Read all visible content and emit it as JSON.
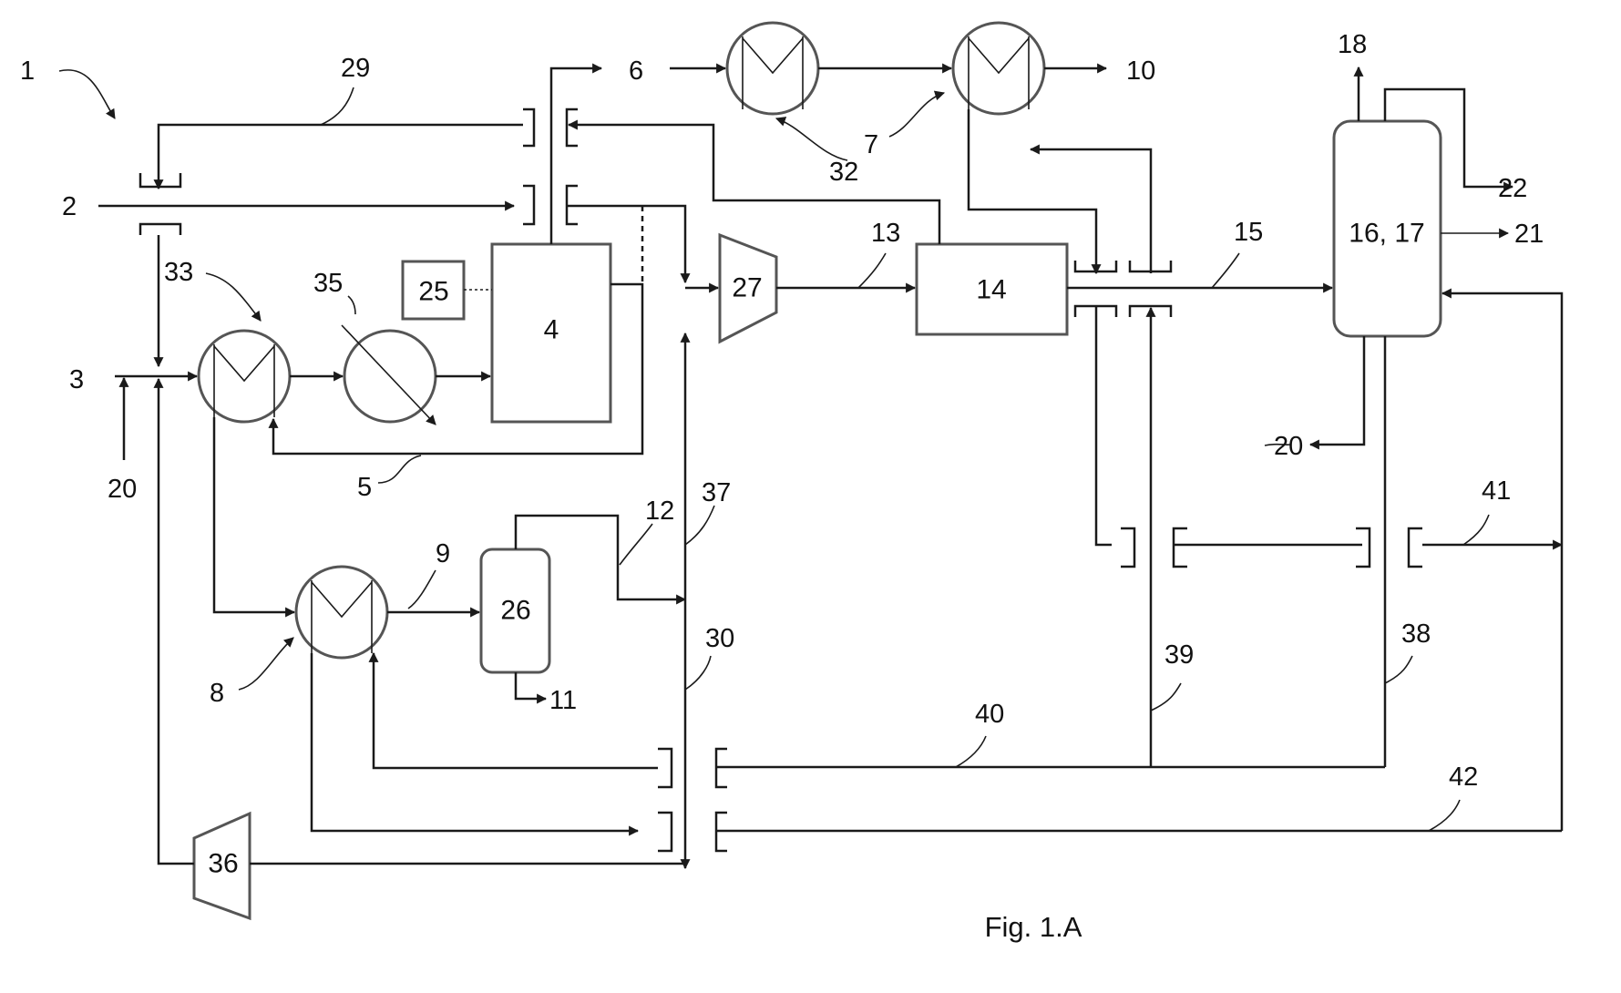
{
  "figure": {
    "caption": "Fig. 1.A"
  },
  "components": {
    "c4": "4",
    "c14": "14",
    "c16_17": "16, 17",
    "c25": "25",
    "c26": "26",
    "c27": "27",
    "c36": "36"
  },
  "refs": {
    "r1": "1",
    "r2": "2",
    "r3": "3",
    "r5": "5",
    "r6": "6",
    "r7": "7",
    "r8": "8",
    "r9": "9",
    "r10": "10",
    "r11": "11",
    "r12": "12",
    "r13": "13",
    "r15": "15",
    "r18": "18",
    "r20a": "20",
    "r20b": "20",
    "r21": "21",
    "r22": "22",
    "r29": "29",
    "r30": "30",
    "r32": "32",
    "r33": "33",
    "r35": "35",
    "r37": "37",
    "r38": "38",
    "r39": "39",
    "r40": "40",
    "r41": "41",
    "r42": "42"
  }
}
